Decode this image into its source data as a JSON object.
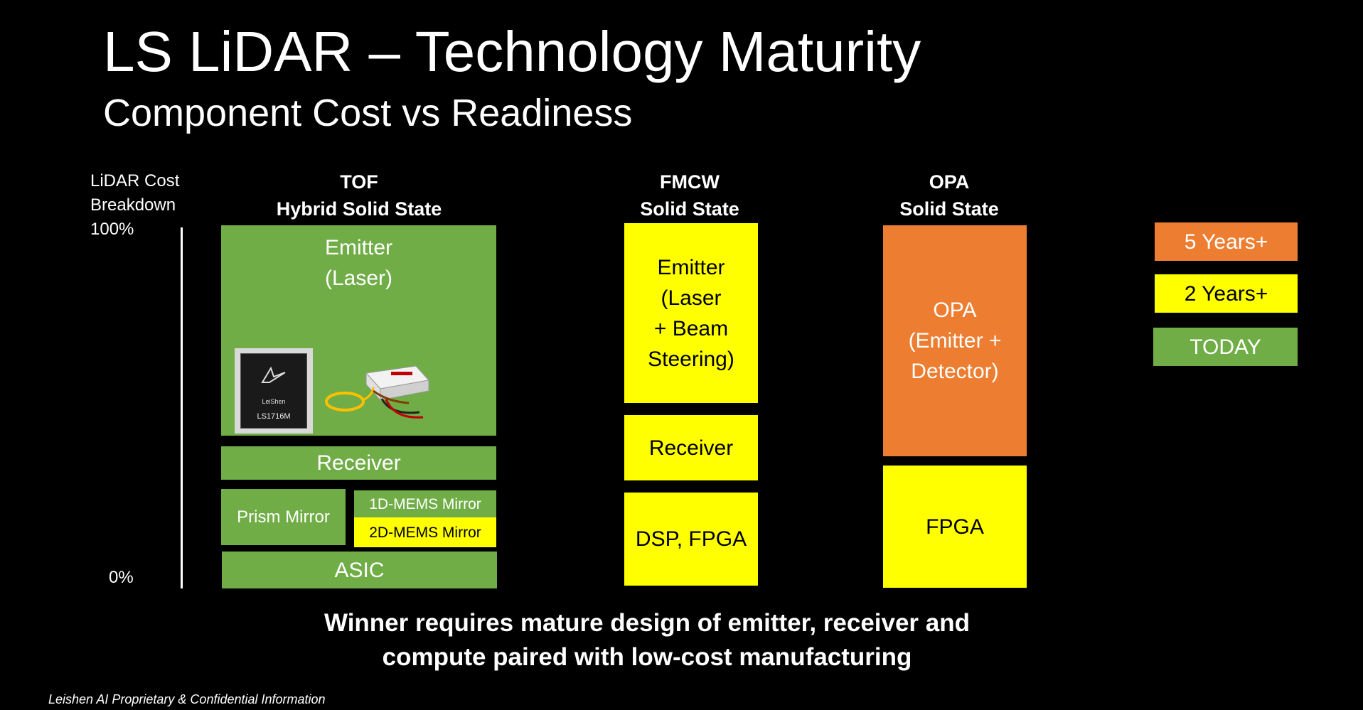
{
  "title": "LS LiDAR – Technology Maturity",
  "subtitle": "Component Cost vs Readiness",
  "axis": {
    "label_lines": [
      "LiDAR Cost",
      "Breakdown",
      "100%"
    ],
    "zero": "0%"
  },
  "columns": {
    "tof": {
      "head1": "TOF",
      "head2": "Hybrid Solid State",
      "emitter_lines": [
        "Emitter",
        "(Laser)"
      ],
      "receiver": "Receiver",
      "prism": "Prism Mirror",
      "mems1d": "1D-MEMS Mirror",
      "mems2d": "2D-MEMS Mirror",
      "asic": "ASIC",
      "chip_brand": "LeiShen",
      "chip_model": "LS1716M"
    },
    "fmcw": {
      "head1": "FMCW",
      "head2": "Solid State",
      "emitter_lines": [
        "Emitter",
        "(Laser",
        "+ Beam",
        "Steering)"
      ],
      "receiver": "Receiver",
      "compute": "DSP, FPGA"
    },
    "opa": {
      "head1": "OPA",
      "head2": "Solid State",
      "opa_lines": [
        "OPA",
        "(Emitter +",
        "Detector)"
      ],
      "compute": "FPGA"
    }
  },
  "legend": {
    "five_years": "5 Years+",
    "two_years": "2 Years+",
    "today": "TODAY"
  },
  "colors": {
    "today": "#70ad47",
    "two_years": "#ffff00",
    "five_years": "#ed7d31",
    "background": "#000000"
  },
  "bottom_lines": [
    "Winner requires mature design of emitter, receiver and",
    "compute paired with low-cost manufacturing"
  ],
  "footer": "Leishen AI Proprietary & Confidential Information"
}
